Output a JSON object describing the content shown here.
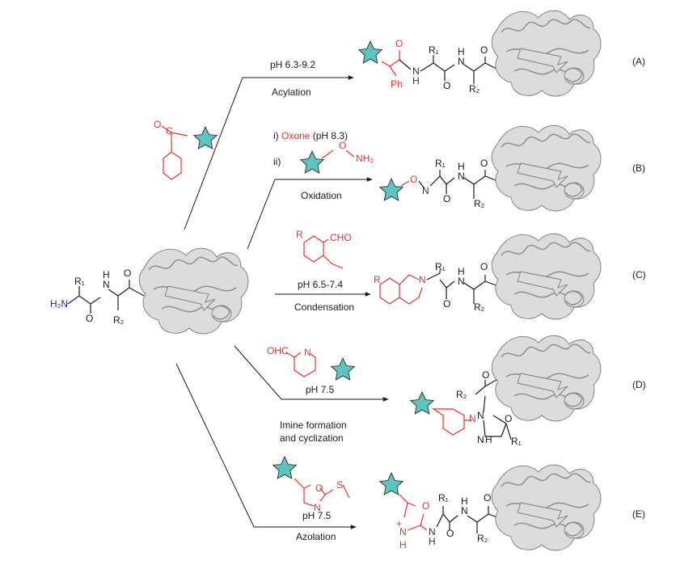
{
  "start": {
    "h2n": "H₂N",
    "n": "N",
    "h": "H",
    "o": "O",
    "r1": "R₁",
    "r2": "R₂"
  },
  "reactions": [
    {
      "id": "A",
      "label": "(A)",
      "conditions": [
        "pH 6.3-9.2"
      ],
      "name": [
        "Acylation"
      ],
      "reagent": {
        "atoms": [
          "O",
          "C"
        ]
      },
      "product": {
        "atoms": [
          "O",
          "Ph",
          "N",
          "H",
          "O",
          "R₁",
          "N",
          "H",
          "O",
          "R₂"
        ]
      }
    },
    {
      "id": "B",
      "label": "(B)",
      "conditions": [
        "i) ",
        "Oxone",
        " (pH 8.3)",
        "ii)"
      ],
      "name": [
        "Oxidation"
      ],
      "reagent": {
        "atoms": [
          "O",
          "NH₂"
        ]
      },
      "product": {
        "atoms": [
          "O",
          "N",
          "R₁",
          "N",
          "H",
          "O",
          "O",
          "R₂"
        ]
      }
    },
    {
      "id": "C",
      "label": "(C)",
      "conditions": [
        "pH 6.5-7.4"
      ],
      "name": [
        "Condensation"
      ],
      "reagent": {
        "atoms": [
          "R",
          "CHO"
        ]
      },
      "product": {
        "atoms": [
          "R",
          "N",
          "R₁",
          "N",
          "H",
          "O",
          "O",
          "R₂"
        ]
      }
    },
    {
      "id": "D",
      "label": "(D)",
      "conditions": [
        "pH 7.5"
      ],
      "name": [
        "Imine formation",
        "and cyclization"
      ],
      "reagent": {
        "atoms": [
          "OHC",
          "N"
        ]
      },
      "product": {
        "atoms": [
          "O",
          "R₂",
          "N",
          "O",
          "N",
          "N",
          "H",
          "R₁"
        ]
      }
    },
    {
      "id": "E",
      "label": "(E)",
      "conditions": [
        "pH 7.5"
      ],
      "name": [
        "Azolation"
      ],
      "reagent": {
        "atoms": [
          "O",
          "S",
          "N"
        ]
      },
      "product": {
        "atoms": [
          "O",
          "+",
          "N",
          "H",
          "N",
          "H",
          "R₁",
          "N",
          "H",
          "O",
          "O",
          "R₂"
        ]
      }
    }
  ],
  "colors": {
    "reagent": "#e8322c",
    "amine": "#1f2a8a",
    "star": "#5fc4c0",
    "protein": "#dcdcdc"
  },
  "icons": [
    "star-tag-icon",
    "protein-ribbon-icon"
  ]
}
